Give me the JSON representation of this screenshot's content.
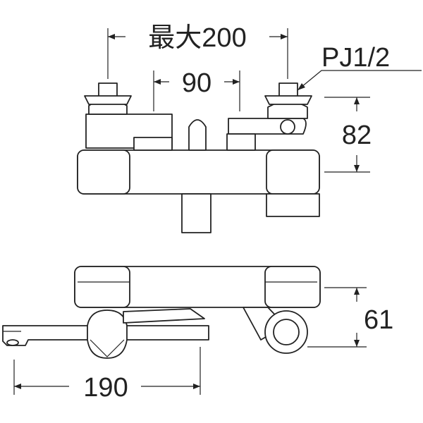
{
  "dimensions": {
    "max_spacing": "最大200",
    "center_spacing": "90",
    "height_top": "82",
    "thread": "PJ1/2",
    "depth": "61",
    "spout_length": "190"
  },
  "colors": {
    "line": "#222222",
    "fill": "#ffffff"
  }
}
